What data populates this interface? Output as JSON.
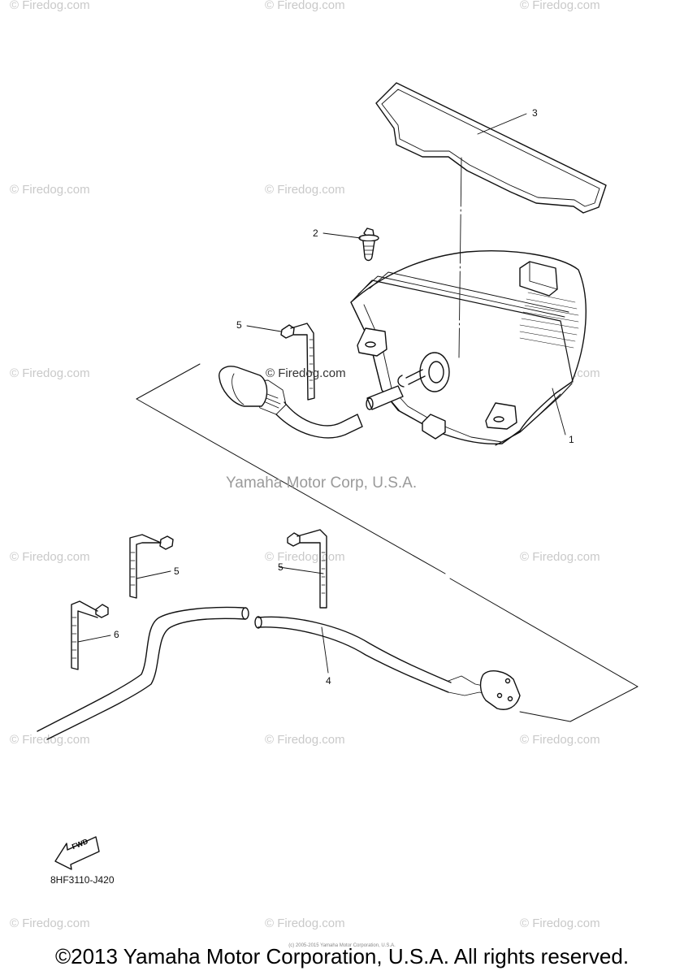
{
  "watermark_text": "© Firedog.com",
  "watermark_mid": "© Firedog.com",
  "center_watermark": "Yamaha Motor Corp, U.S.A.",
  "callouts": {
    "c1": "1",
    "c2": "2",
    "c3": "3",
    "c4": "4",
    "c5a": "5",
    "c5b": "5",
    "c5c": "5",
    "c6": "6"
  },
  "fwd_label": "FWD",
  "part_code": "8HF3110-J420",
  "fine_print": "(c) 2005-2015 Yamaha Motor Corporation, U.S.A.",
  "copyright": "©2013 Yamaha Motor Corporation, U.S.A. All rights reserved.",
  "colors": {
    "line": "#111111",
    "watermark": "#c9c9c9"
  }
}
